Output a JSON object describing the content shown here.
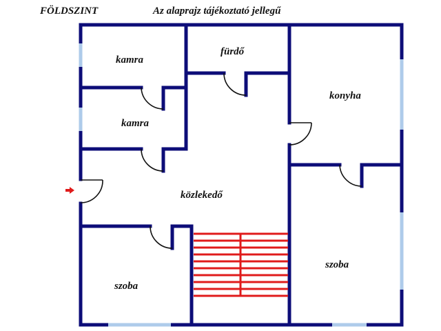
{
  "header": {
    "level_label": "FÖLDSZINT",
    "disclaimer": "Az alaprajz tájékoztató jellegű"
  },
  "rooms": [
    {
      "id": "kamra-1",
      "label": "kamra"
    },
    {
      "id": "kamra-2",
      "label": "kamra"
    },
    {
      "id": "furdo",
      "label": "fürdő"
    },
    {
      "id": "konyha",
      "label": "konyha"
    },
    {
      "id": "kozlekedo",
      "label": "közlekedő"
    },
    {
      "id": "szoba-left",
      "label": "szoba"
    },
    {
      "id": "szoba-right",
      "label": "szoba"
    }
  ],
  "colors": {
    "wall": "#0d0d78",
    "window": "#aecbea",
    "stairs": "#e01b1b",
    "door": "#111111",
    "entrance_arrow": "#e01b1b"
  },
  "icons": {
    "entrance": "entrance-arrow-icon",
    "stairs": "staircase-icon"
  }
}
